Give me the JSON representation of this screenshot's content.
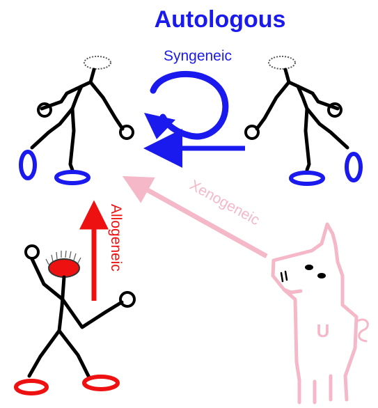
{
  "title": "Autologous",
  "labels": {
    "syngeneic": "Syngeneic",
    "allogeneic": "Allogeneic",
    "xenogeneic": "Xenogeneic",
    "pig_body_letter": "U"
  },
  "colors": {
    "autologous": "#1a1aee",
    "allogeneic": "#ee1111",
    "xenogeneic": "#f4b8c8",
    "figure": "#000000"
  },
  "figures": [
    "self-person",
    "syngeneic-twin",
    "allogeneic-donor",
    "xenogeneic-pig"
  ]
}
